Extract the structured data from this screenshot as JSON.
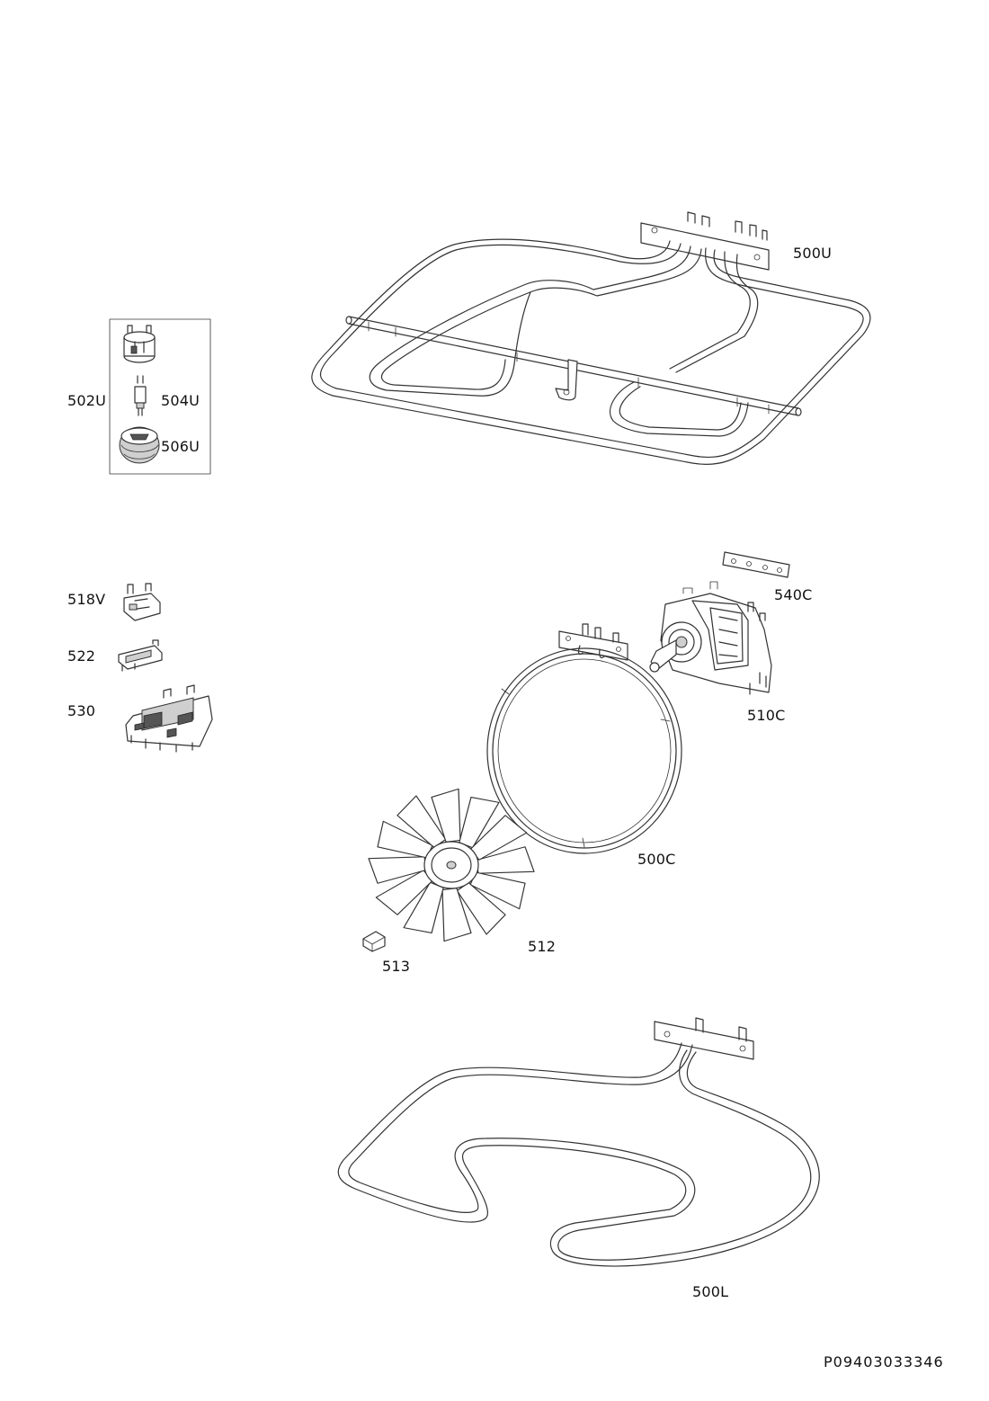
{
  "parts": {
    "p500U": "500U",
    "p502U": "502U",
    "p504U": "504U",
    "p506U": "506U",
    "p518V": "518V",
    "p522": "522",
    "p530": "530",
    "p540C": "540C",
    "p510C": "510C",
    "p500C": "500C",
    "p512": "512",
    "p513": "513",
    "p500L": "500L"
  },
  "document": {
    "reference": "P09403033346"
  }
}
